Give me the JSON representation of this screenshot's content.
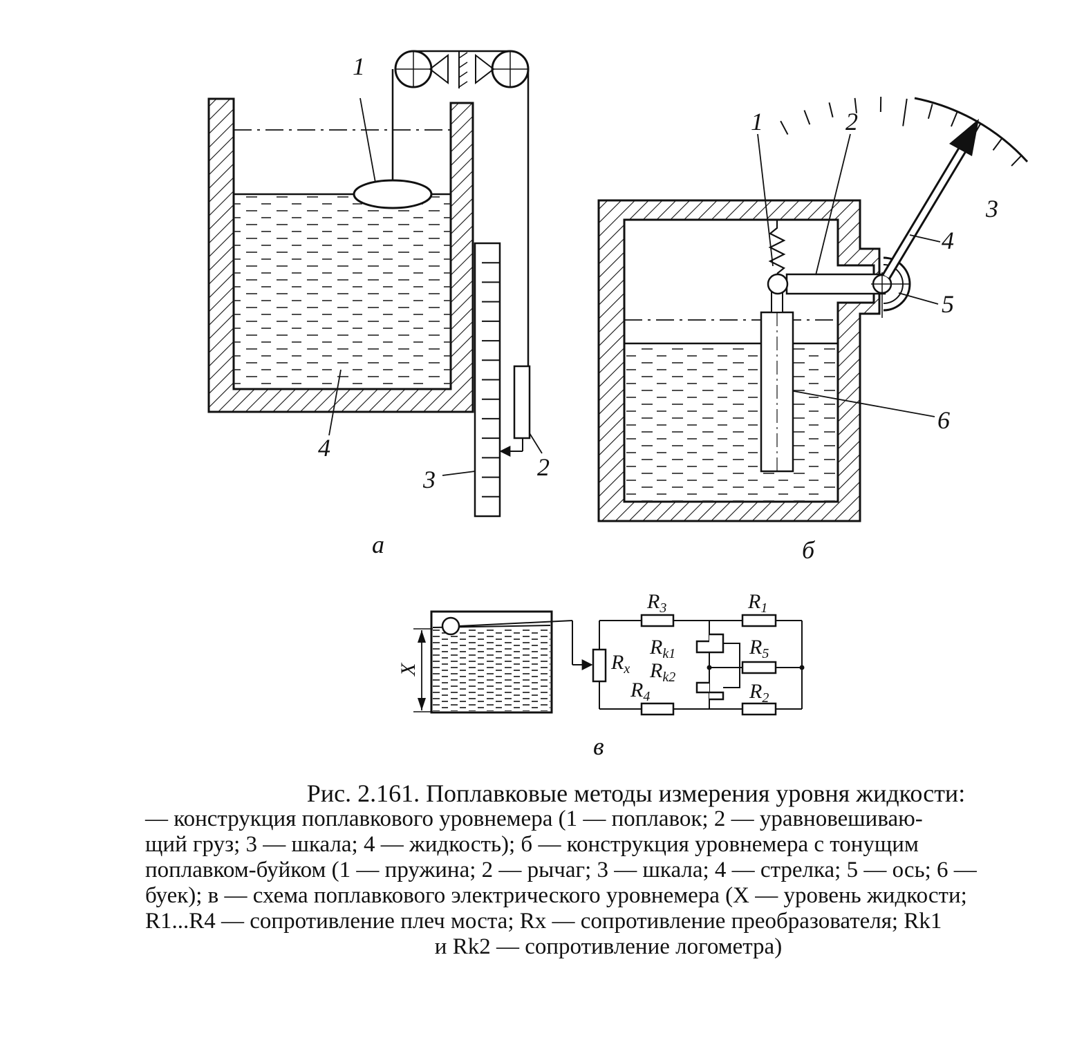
{
  "figure": {
    "panel_a": {
      "sublabel": "а",
      "callouts": [
        "1",
        "2",
        "3",
        "4"
      ]
    },
    "panel_b": {
      "sublabel": "б",
      "callouts": [
        "1",
        "2",
        "3",
        "4",
        "5",
        "6"
      ]
    },
    "panel_c": {
      "sublabel": "в",
      "level_label": "X",
      "resistors": [
        {
          "main": "R",
          "sub": "3"
        },
        {
          "main": "R",
          "sub": "1"
        },
        {
          "main": "R",
          "sub": "k1"
        },
        {
          "main": "R",
          "sub": "5"
        },
        {
          "main": "R",
          "sub": "k2"
        },
        {
          "main": "R",
          "sub": "4"
        },
        {
          "main": "R",
          "sub": "2"
        },
        {
          "main": "R",
          "sub": "x"
        }
      ]
    }
  },
  "caption": {
    "title": "Рис. 2.161. Поплавковые методы измерения уровня жидкости:",
    "lines": [
      "— конструкция поплавкового уровнемера (1 — поплавок; 2 — уравновешиваю-",
      "щий груз; 3 — шкала; 4 — жидкость); б — конструкция уровнемера с тонущим",
      "поплавком-буйком (1 — пружина; 2 — рычаг; 3 — шкала; 4 — стрелка; 5 — ось; 6 —",
      "буек); в — схема поплавкового электрического уровнемера (X — уровень жидкости;",
      "R1...R4 — сопротивление плеч моста; Rx — сопротивление преобразователя; Rk1",
      "и Rk2 — сопротивление логометра)"
    ]
  }
}
